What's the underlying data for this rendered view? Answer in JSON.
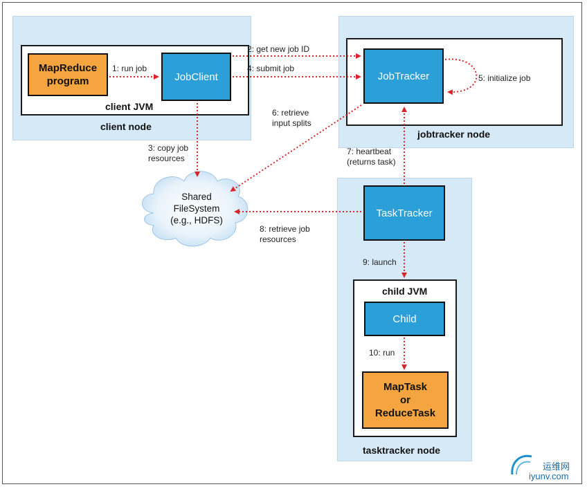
{
  "nodes": {
    "client_node": "client node",
    "client_jvm": "client JVM",
    "jobtracker_node": "jobtracker node",
    "tasktracker_node": "tasktracker node",
    "child_jvm": "child JVM"
  },
  "boxes": {
    "mapreduce_program": "MapReduce\nprogram",
    "jobclient": "JobClient",
    "jobtracker": "JobTracker",
    "tasktracker": "TaskTracker",
    "child": "Child",
    "maptask": "MapTask\nor\nReduceTask"
  },
  "cloud": {
    "label": "Shared\nFileSystem\n(e.g., HDFS)"
  },
  "edges": {
    "e1": "1: run job",
    "e2": "2: get new job ID",
    "e3": "3: copy job\nresources",
    "e4": "4: submit job",
    "e5": "5: initialize job",
    "e6": "6: retrieve\ninput splits",
    "e7": "7: heartbeat\n(returns task)",
    "e8": "8: retrieve job\nresources",
    "e9": "9: launch",
    "e10": "10: run"
  },
  "watermark": {
    "cn": "运维网",
    "url": "iyunv.com"
  },
  "colors": {
    "node_bg": "#d6e9f6",
    "blue_box": "#2a9fd8",
    "orange_box": "#f5a540",
    "arrow": "#d9252a"
  }
}
